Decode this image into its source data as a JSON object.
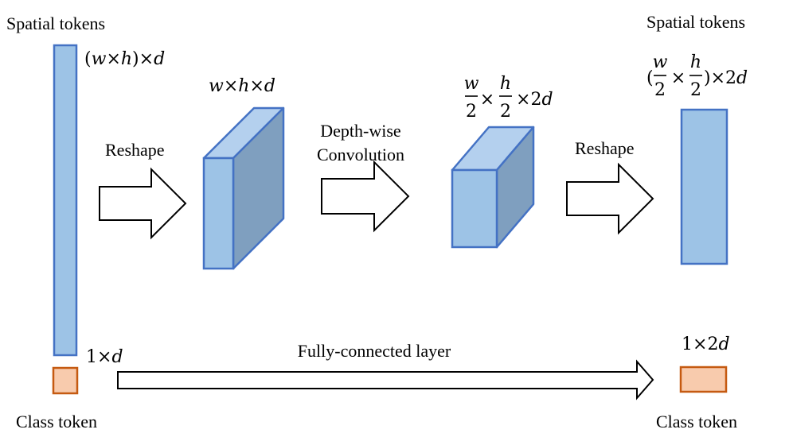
{
  "labels": {
    "spatial_tokens_left": "Spatial tokens",
    "spatial_tokens_right": "Spatial tokens",
    "class_token_left": "Class token",
    "class_token_right": "Class token",
    "reshape_1": "Reshape",
    "reshape_2": "Reshape",
    "depthwise_line1": "Depth-wise",
    "depthwise_line2": "Convolution",
    "fully_connected": "Fully-connected layer"
  },
  "math": {
    "w": "w",
    "h": "h",
    "d": "d",
    "times": "×",
    "two": "2",
    "one": "1",
    "lparen": "(",
    "rparen": ")"
  },
  "colors": {
    "token_fill": "#9dc3e6",
    "token_stroke": "#4472c4",
    "cube_top": "#b4d0ee",
    "cube_side": "#7f9fbf",
    "class_fill": "#f8cbad",
    "class_stroke": "#c55a11",
    "arrow_stroke": "#000000"
  }
}
